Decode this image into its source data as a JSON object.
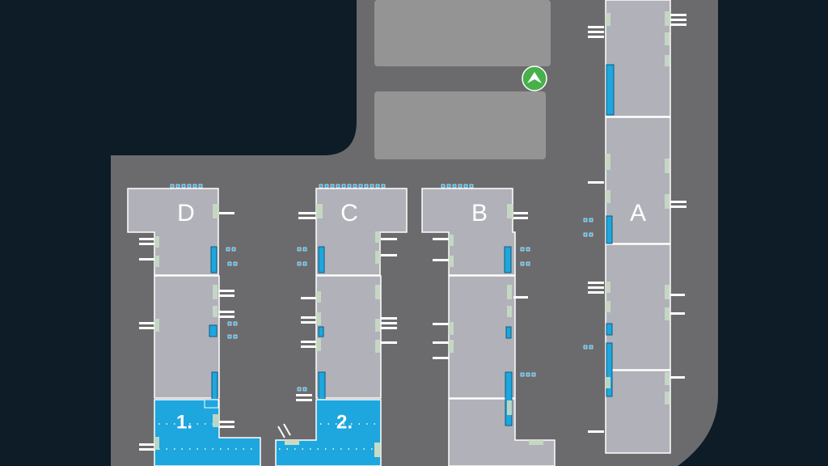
{
  "map": {
    "buildings": [
      {
        "id": "A",
        "label": "A"
      },
      {
        "id": "B",
        "label": "B"
      },
      {
        "id": "C",
        "label": "C"
      },
      {
        "id": "D",
        "label": "D"
      }
    ],
    "available_spaces": [
      {
        "id": "space-1",
        "label": "1."
      },
      {
        "id": "space-2",
        "label": "2."
      }
    ],
    "icons": {
      "north_arrow": "north-arrow-icon"
    },
    "colors": {
      "background": "#0d1c27",
      "pavement": "#6b6b6d",
      "building": "#b1b1b9",
      "parking_lot": "#949494",
      "available_space": "#1ea6de",
      "loading_door": "#c8dcc4",
      "north_marker": "#48b04a"
    }
  }
}
